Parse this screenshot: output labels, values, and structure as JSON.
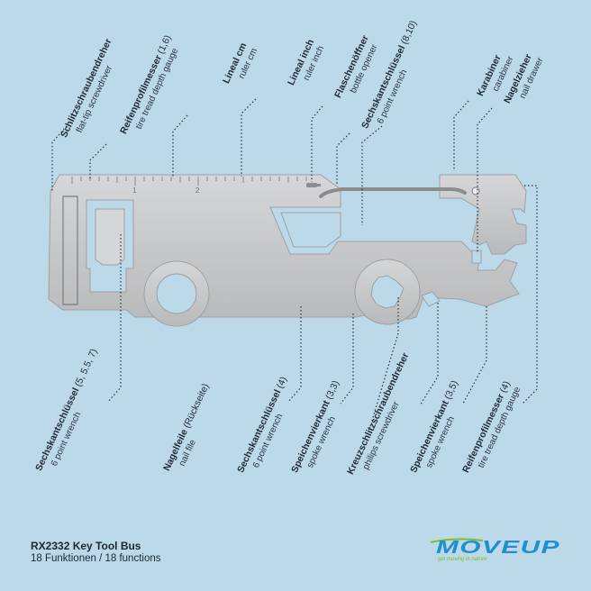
{
  "labels": {
    "flat_screwdriver": {
      "de": "Schlitzschraubendreher",
      "num": "",
      "en": "flat-tip screwdriver"
    },
    "tire_gauge_top": {
      "de": "Reifenprofilmesser",
      "num": " (1,6)",
      "en": "tire tread depth gauge"
    },
    "ruler_cm": {
      "de": "Lineal cm",
      "num": "",
      "en": "ruler cm"
    },
    "ruler_inch": {
      "de": "Lineal inch",
      "num": "",
      "en": "ruler inch"
    },
    "bottle_opener": {
      "de": "Flaschenöffner",
      "num": "",
      "en": "bottle opener"
    },
    "hex_wrench_8_10": {
      "de": "Sechskantschlüssel",
      "num": " (8,10)",
      "en": "6 point wrench"
    },
    "carabiner": {
      "de": "Karabiner",
      "num": "",
      "en": "carabiner"
    },
    "nail_drawer": {
      "de": "Nagelzieher",
      "num": "",
      "en": "nail drawer"
    },
    "hex_wrench_small": {
      "de": "Sechskantschlüssel",
      "num": " (5, 5.5, 7)",
      "en": "6 point wrench"
    },
    "nail_file": {
      "de": "Nagelfeile",
      "num": " (Rückseite)",
      "en": "nail file"
    },
    "hex_wrench_4": {
      "de": "Sechskantschlüssel",
      "num": " (4)",
      "en": "6 point wrench"
    },
    "spoke_wrench_33": {
      "de": "Speichenvierkant",
      "num": " (3,3)",
      "en": "spoke wrench"
    },
    "phillips": {
      "de": "Kreuzschlitzschraubendreher",
      "num": "",
      "en": "philips screwdriver"
    },
    "spoke_wrench_35": {
      "de": "Speichenvierkant",
      "num": " (3,5)",
      "en": "spoke wrench"
    },
    "tire_gauge_bottom": {
      "de": "Reifenprofilmesser",
      "num": " (4)",
      "en": "tire tread depth gauge"
    }
  },
  "tool": {
    "ruler_marks": [
      "1",
      "2"
    ]
  },
  "product": {
    "title": "RX2332 Key Tool Bus",
    "subtitle": "18 Funktionen / 18 functions"
  },
  "brand": {
    "name": "MOVEUP",
    "tagline": "get moving in nature",
    "color": "#1f8fd0",
    "accent": "#7cbf2a"
  },
  "colors": {
    "background": "#bcd9ea",
    "steel": "#c4c6c8",
    "leader_line": "#2a2f35"
  }
}
